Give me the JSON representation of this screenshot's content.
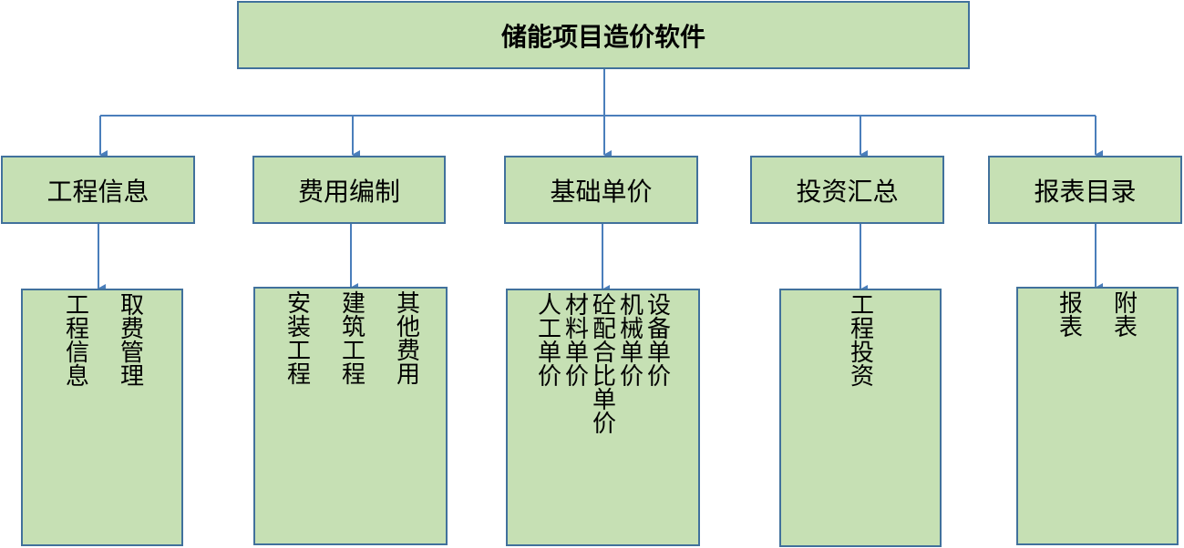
{
  "root": {
    "label": "储能项目造价软件"
  },
  "categories": [
    {
      "label": "工程信息",
      "items": [
        "工程信息",
        "取费管理"
      ]
    },
    {
      "label": "费用编制",
      "items": [
        "安装工程",
        "建筑工程",
        "其他费用"
      ]
    },
    {
      "label": "基础单价",
      "items": [
        "人工单价",
        "材料单价",
        "砼配合比单价",
        "机械单价",
        "设备单价"
      ]
    },
    {
      "label": "投资汇总",
      "items": [
        "工程投资"
      ]
    },
    {
      "label": "报表目录",
      "items": [
        "报表",
        "附表"
      ]
    }
  ],
  "colors": {
    "box_fill": "#c6e0b4",
    "box_border": "#41719c",
    "line": "#4a7ebb"
  }
}
